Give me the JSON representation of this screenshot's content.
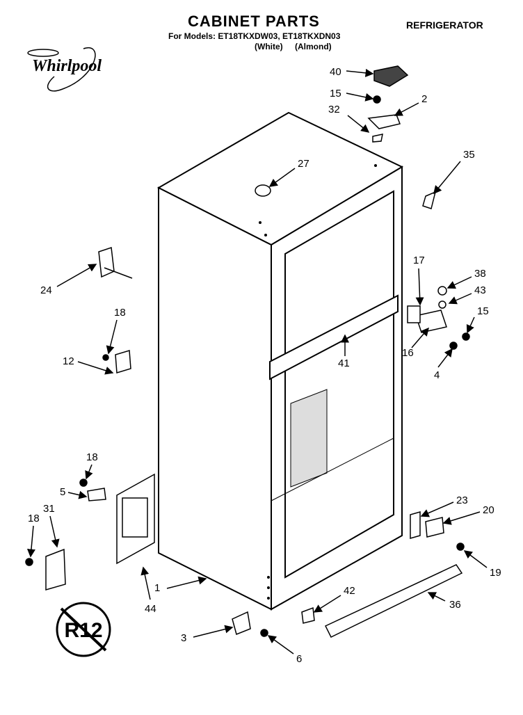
{
  "header": {
    "title": "CABINET PARTS",
    "models_line": "For Models: ET18TKXDW03, ET18TKXDN03",
    "color_white": "(White)",
    "color_almond": "(Almond)",
    "category": "REFRIGERATOR",
    "brand": "Whirlpool",
    "refrigerant_badge": "R12"
  },
  "callouts": [
    {
      "id": "c40",
      "label": "40"
    },
    {
      "id": "c15a",
      "label": "15"
    },
    {
      "id": "c2",
      "label": "2"
    },
    {
      "id": "c32",
      "label": "32"
    },
    {
      "id": "c35",
      "label": "35"
    },
    {
      "id": "c27",
      "label": "27"
    },
    {
      "id": "c24",
      "label": "24"
    },
    {
      "id": "c18a",
      "label": "18"
    },
    {
      "id": "c12",
      "label": "12"
    },
    {
      "id": "c17",
      "label": "17"
    },
    {
      "id": "c38",
      "label": "38"
    },
    {
      "id": "c43",
      "label": "43"
    },
    {
      "id": "c15b",
      "label": "15"
    },
    {
      "id": "c16",
      "label": "16"
    },
    {
      "id": "c41",
      "label": "41"
    },
    {
      "id": "c4",
      "label": "4"
    },
    {
      "id": "c18b",
      "label": "18"
    },
    {
      "id": "c5",
      "label": "5"
    },
    {
      "id": "c18c",
      "label": "18"
    },
    {
      "id": "c31",
      "label": "31"
    },
    {
      "id": "c23",
      "label": "23"
    },
    {
      "id": "c20",
      "label": "20"
    },
    {
      "id": "c19",
      "label": "19"
    },
    {
      "id": "c1",
      "label": "1"
    },
    {
      "id": "c44",
      "label": "44"
    },
    {
      "id": "c42",
      "label": "42"
    },
    {
      "id": "c36",
      "label": "36"
    },
    {
      "id": "c3",
      "label": "3"
    },
    {
      "id": "c6",
      "label": "6"
    }
  ]
}
